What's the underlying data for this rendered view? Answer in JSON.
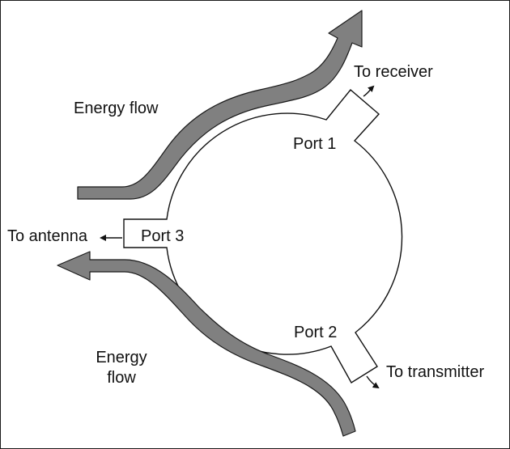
{
  "labels": {
    "energy_flow_top": "Energy flow",
    "energy_flow_bottom_line1": "Energy",
    "energy_flow_bottom_line2": "flow",
    "to_receiver": "To receiver",
    "to_antenna": "To antenna",
    "to_transmitter": "To transmitter",
    "port1": "Port 1",
    "port2": "Port 2",
    "port3": "Port 3"
  },
  "colors": {
    "arrow_fill": "#808080",
    "arrow_stroke": "#1a1a1a",
    "line": "#111111",
    "background": "#ffffff"
  }
}
